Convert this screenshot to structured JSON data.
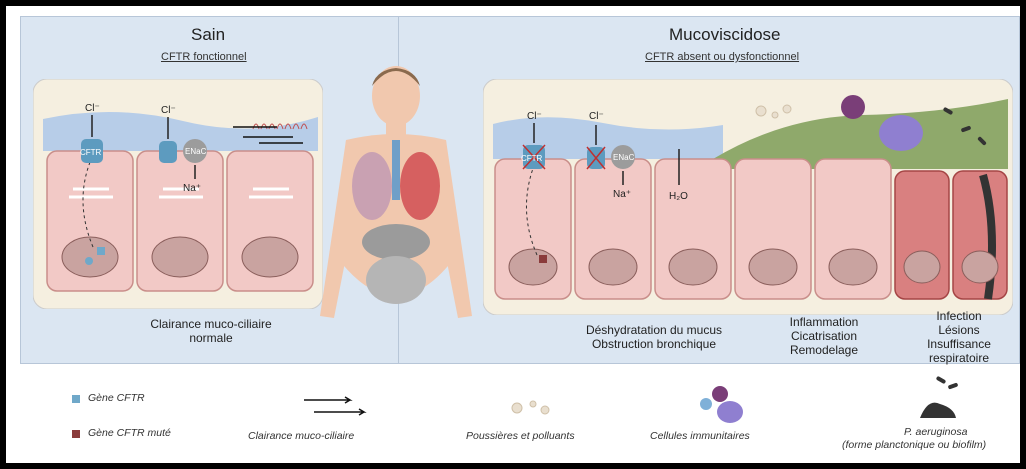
{
  "healthy": {
    "title": "Sain",
    "subtitle": "CFTR fonctionnel",
    "caption_line1": "Clairance muco-ciliaire",
    "caption_line2": "normale",
    "ion_cl": "Cl⁻",
    "ion_na": "Na⁺",
    "channel_cftr": "CFTR",
    "channel_enac": "ENaC"
  },
  "disease": {
    "title": "Mucoviscidose",
    "subtitle": "CFTR absent ou dysfonctionnel",
    "caption_a_line1": "Déshydratation du mucus",
    "caption_a_line2": "Obstruction bronchique",
    "caption_b_line1": "Inflammation",
    "caption_b_line2": "Cicatrisation",
    "caption_b_line3": "Remodelage",
    "caption_c_line1": "Infection",
    "caption_c_line2": "Lésions",
    "caption_c_line3": "Insuffisance",
    "caption_c_line4": "respiratoire",
    "ion_cl": "Cl⁻",
    "ion_na": "Na⁺",
    "water": "H₂O",
    "channel_cftr": "CFTR",
    "channel_enac": "ENaC"
  },
  "legend": {
    "gene_cftr": "Gène CFTR",
    "gene_cftr_mut": "Gène CFTR muté",
    "clearance": "Clairance muco-ciliaire",
    "dust": "Poussières et polluants",
    "immune": "Cellules immunitaires",
    "pa_line1": "P. aeruginosa",
    "pa_line2": "(forme planctonique ou biofilm)"
  },
  "colors": {
    "gene": "#6fa8c9",
    "gene_mut": "#8a3b3b",
    "cell": "#f2c9c6",
    "mucus": "#b7cde8",
    "thick_mucus": "#8fa96b",
    "inflamed": "#d98080"
  }
}
